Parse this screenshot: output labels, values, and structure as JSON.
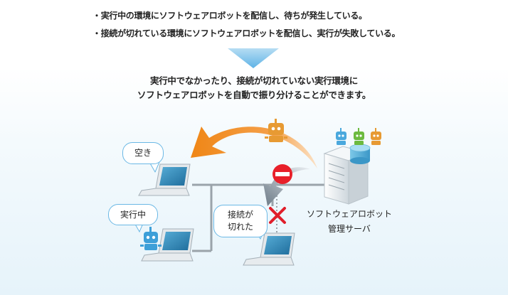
{
  "problems": [
    "・実行中の環境にソフトウェアロボットを配信し、待ちが発生している。",
    "・接続が切れている環境にソフトウェアロボットを配信し、実行が失敗している。"
  ],
  "solution": [
    "実行中でなかったり、接続が切れていない実行環境に",
    "ソフトウェアロボットを自動で振り分けることができます。"
  ],
  "bubbles": {
    "idle": "空き",
    "running": "実行中",
    "disconnected_line1": "接続が",
    "disconnected_line2": "切れた"
  },
  "server": {
    "line1": "ソフトウェアロボット",
    "line2": "管理サーバ"
  },
  "colors": {
    "accent_arrow": "#f08a1c",
    "stop_red": "#e8202a",
    "bubble_border": "#6bb8e5",
    "triangle": "#7dc3ea"
  }
}
